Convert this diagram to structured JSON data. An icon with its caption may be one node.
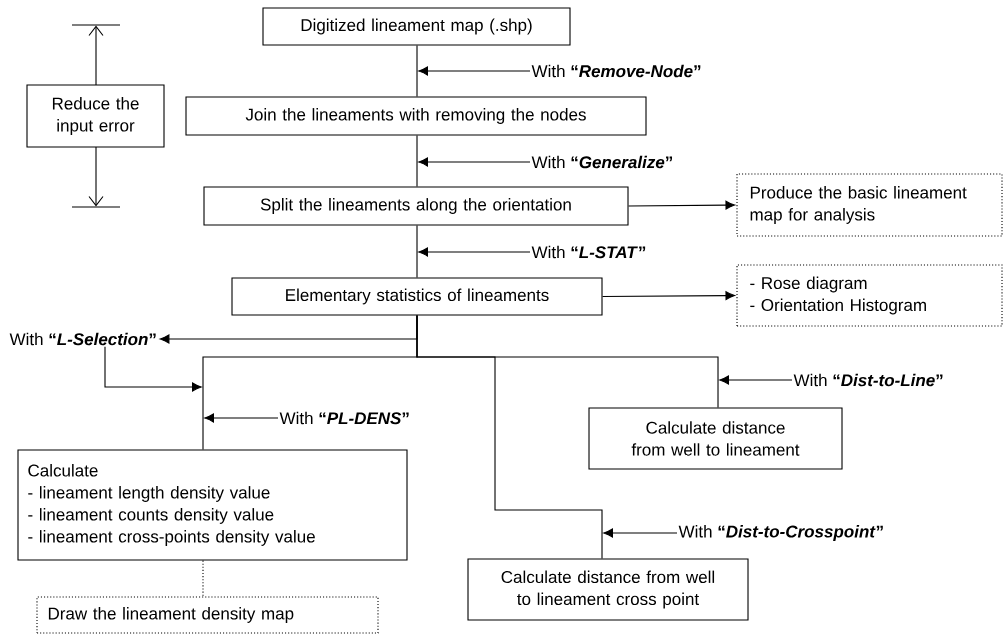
{
  "diagram": {
    "nodes": [
      {
        "text": [
          "Digitized lineament map (.shp)"
        ]
      },
      {
        "text": [
          "Reduce the input error"
        ]
      },
      {
        "text": [
          "With **“*Remove-Node*”**"
        ]
      },
      {
        "text": [
          "Join the lineaments with removing the nodes"
        ]
      },
      {
        "text": [
          "With **“*Generalize*”**"
        ]
      },
      {
        "text": [
          "Split the lineaments along the orientation"
        ]
      },
      {
        "text": [
          "Produce the basic lineament map for analysis"
        ]
      },
      {
        "text": [
          "With **“*L-STAT*”**"
        ]
      },
      {
        "text": [
          "Elementary statistics of lineaments"
        ]
      },
      {
        "text": [
          "- Rose diagram",
          "- Orientation Histogram"
        ]
      },
      {
        "text": [
          "With **“*L-Selection*”**"
        ]
      },
      {
        "text": [
          "With **“*Dist-to-Line*”**"
        ]
      },
      {
        "text": [
          "With **“*PL-DENS*”**"
        ]
      },
      {
        "text": [
          "Calculate distance from well to lineament"
        ]
      },
      {
        "text": [
          "Calculate",
          "- lineament length density value",
          "- lineament counts density value",
          "- lineament cross-points density value"
        ]
      },
      {
        "text": [
          "With **“*Dist-to-Crosspoint*”**"
        ]
      },
      {
        "text": [
          "Calculate distance from well to lineament cross point"
        ]
      },
      {
        "text": [
          "Draw the lineament density map"
        ]
      }
    ],
    "edges": [
      {
        "from": 0,
        "to": 3,
        "arrow": "none"
      },
      {
        "from": 3,
        "to": 5,
        "arrow": "none"
      },
      {
        "from": 5,
        "to": 8,
        "arrow": "none"
      },
      {
        "from": 2,
        "to": null,
        "arrow": "to"
      },
      {
        "from": 4,
        "to": null,
        "arrow": "to"
      },
      {
        "from": 7,
        "to": null,
        "arrow": "to"
      },
      {
        "from": 5,
        "to": 6,
        "arrow": "to"
      },
      {
        "from": 8,
        "to": 9,
        "arrow": "to"
      },
      {
        "from": 8,
        "to": 10,
        "arrow": "to"
      },
      {
        "from": 10,
        "to": null,
        "arrow": "to"
      },
      {
        "from": 8,
        "to": 14,
        "arrow": "none"
      },
      {
        "from": 8,
        "to": 13,
        "arrow": "none"
      },
      {
        "from": 8,
        "to": 16,
        "arrow": "none"
      },
      {
        "from": 12,
        "to": null,
        "arrow": "to"
      },
      {
        "from": 11,
        "to": null,
        "arrow": "to"
      },
      {
        "from": 15,
        "to": null,
        "arrow": "to"
      },
      {
        "from": 14,
        "to": 17,
        "arrow": "none",
        "style": "dashed"
      }
    ]
  }
}
